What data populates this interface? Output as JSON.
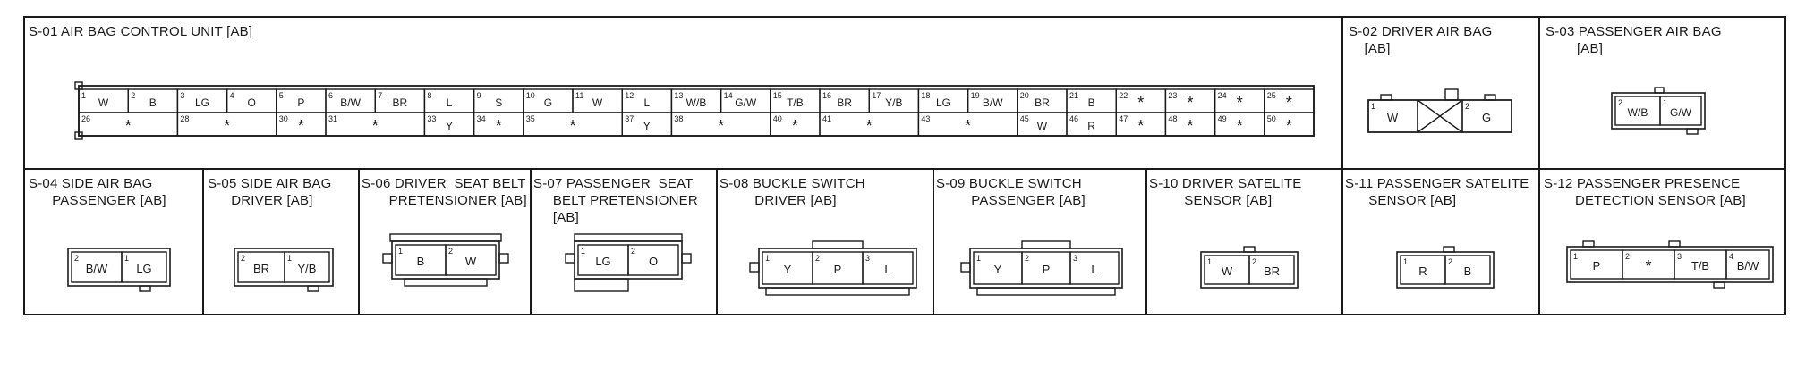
{
  "connectors": {
    "s01": {
      "title": "S-01 AIR BAG CONTROL UNIT [AB]",
      "row1": [
        {
          "n": "1",
          "c": "W"
        },
        {
          "n": "2",
          "c": "B"
        },
        {
          "n": "3",
          "c": "LG"
        },
        {
          "n": "4",
          "c": "O"
        },
        {
          "n": "5",
          "c": "P"
        },
        {
          "n": "6",
          "c": "B/W"
        },
        {
          "n": "7",
          "c": "BR"
        },
        {
          "n": "8",
          "c": "L"
        },
        {
          "n": "9",
          "c": "S"
        },
        {
          "n": "10",
          "c": "G"
        },
        {
          "n": "11",
          "c": "W"
        },
        {
          "n": "12",
          "c": "L"
        },
        {
          "n": "13",
          "c": "W/B"
        },
        {
          "n": "14",
          "c": "G/W"
        },
        {
          "n": "15",
          "c": "T/B"
        },
        {
          "n": "16",
          "c": "BR"
        },
        {
          "n": "17",
          "c": "Y/B"
        },
        {
          "n": "18",
          "c": "LG"
        },
        {
          "n": "19",
          "c": "B/W"
        },
        {
          "n": "20",
          "c": "BR"
        },
        {
          "n": "21",
          "c": "B"
        },
        {
          "n": "22",
          "c": "*"
        },
        {
          "n": "23",
          "c": "*"
        },
        {
          "n": "24",
          "c": "*"
        },
        {
          "n": "25",
          "c": "*"
        }
      ],
      "row2": [
        {
          "n": "26",
          "c": "*"
        },
        {
          "n": "28",
          "c": "*"
        },
        {
          "n": "30",
          "c": "*"
        },
        {
          "n": "31",
          "c": "*"
        },
        {
          "n": "33",
          "c": "Y"
        },
        {
          "n": "34",
          "c": "*"
        },
        {
          "n": "35",
          "c": "*"
        },
        {
          "n": "37",
          "c": "Y"
        },
        {
          "n": "38",
          "c": "*"
        },
        {
          "n": "40",
          "c": "*"
        },
        {
          "n": "41",
          "c": "*"
        },
        {
          "n": "43",
          "c": "*"
        },
        {
          "n": "45",
          "c": "W"
        },
        {
          "n": "46",
          "c": "R"
        },
        {
          "n": "47",
          "c": "*"
        },
        {
          "n": "48",
          "c": "*"
        },
        {
          "n": "49",
          "c": "*"
        },
        {
          "n": "50",
          "c": "*"
        }
      ]
    },
    "s02": {
      "title": "S-02 DRIVER AIR BAG\n    [AB]",
      "pins": [
        {
          "n": "1",
          "c": "W"
        },
        {
          "n": "2",
          "c": "G"
        }
      ]
    },
    "s03": {
      "title": "S-03 PASSENGER AIR BAG\n        [AB]",
      "pins": [
        {
          "n": "2",
          "c": "W/B"
        },
        {
          "n": "1",
          "c": "G/W"
        }
      ]
    },
    "s04": {
      "title": "S-04 SIDE AIR BAG\n      PASSENGER [AB]",
      "pins": [
        {
          "n": "2",
          "c": "B/W"
        },
        {
          "n": "1",
          "c": "LG"
        }
      ]
    },
    "s05": {
      "title": "S-05 SIDE AIR BAG\n      DRIVER [AB]",
      "pins": [
        {
          "n": "2",
          "c": "BR"
        },
        {
          "n": "1",
          "c": "Y/B"
        }
      ]
    },
    "s06": {
      "title": "S-06 DRIVER  SEAT BELT\n       PRETENSIONER [AB]",
      "pins": [
        {
          "n": "1",
          "c": "B"
        },
        {
          "n": "2",
          "c": "W"
        }
      ]
    },
    "s07": {
      "title": "S-07 PASSENGER  SEAT\n     BELT PRETENSIONER\n     [AB]",
      "pins": [
        {
          "n": "1",
          "c": "LG"
        },
        {
          "n": "2",
          "c": "O"
        }
      ]
    },
    "s08": {
      "title": "S-08 BUCKLE SWITCH\n         DRIVER [AB]",
      "pins": [
        {
          "n": "1",
          "c": "Y"
        },
        {
          "n": "2",
          "c": "P"
        },
        {
          "n": "3",
          "c": "L"
        }
      ]
    },
    "s09": {
      "title": "S-09 BUCKLE SWITCH\n         PASSENGER [AB]",
      "pins": [
        {
          "n": "1",
          "c": "Y"
        },
        {
          "n": "2",
          "c": "P"
        },
        {
          "n": "3",
          "c": "L"
        }
      ]
    },
    "s10": {
      "title": "S-10 DRIVER SATELITE\n         SENSOR [AB]",
      "pins": [
        {
          "n": "1",
          "c": "W"
        },
        {
          "n": "2",
          "c": "BR"
        }
      ]
    },
    "s11": {
      "title": "S-11 PASSENGER SATELITE\n      SENSOR [AB]",
      "pins": [
        {
          "n": "1",
          "c": "R"
        },
        {
          "n": "2",
          "c": "B"
        }
      ]
    },
    "s12": {
      "title": "S-12 PASSENGER PRESENCE\n        DETECTION SENSOR [AB]",
      "pins": [
        {
          "n": "1",
          "c": "P"
        },
        {
          "n": "2",
          "c": "*"
        },
        {
          "n": "3",
          "c": "T/B"
        },
        {
          "n": "4",
          "c": "B/W"
        }
      ]
    }
  }
}
